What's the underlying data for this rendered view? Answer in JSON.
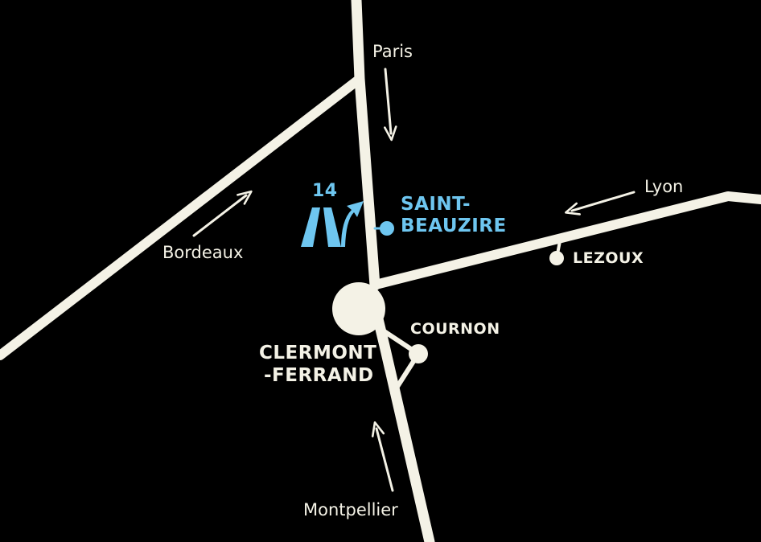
{
  "colors": {
    "background": "#000000",
    "road": "#f4f2e6",
    "accent": "#6ec6f0"
  },
  "directions": {
    "paris": "Paris",
    "lyon": "Lyon",
    "bordeaux": "Bordeaux",
    "montpellier": "Montpellier"
  },
  "towns": {
    "clermont_line1": "CLERMONT",
    "clermont_line2": "-FERRAND",
    "cournon": "COURNON",
    "lezoux": "LEZOUX"
  },
  "exit": {
    "number": "14",
    "name_line1": "SAINT-",
    "name_line2": "BEAUZIRE",
    "icon": "motorway-exit-icon"
  }
}
